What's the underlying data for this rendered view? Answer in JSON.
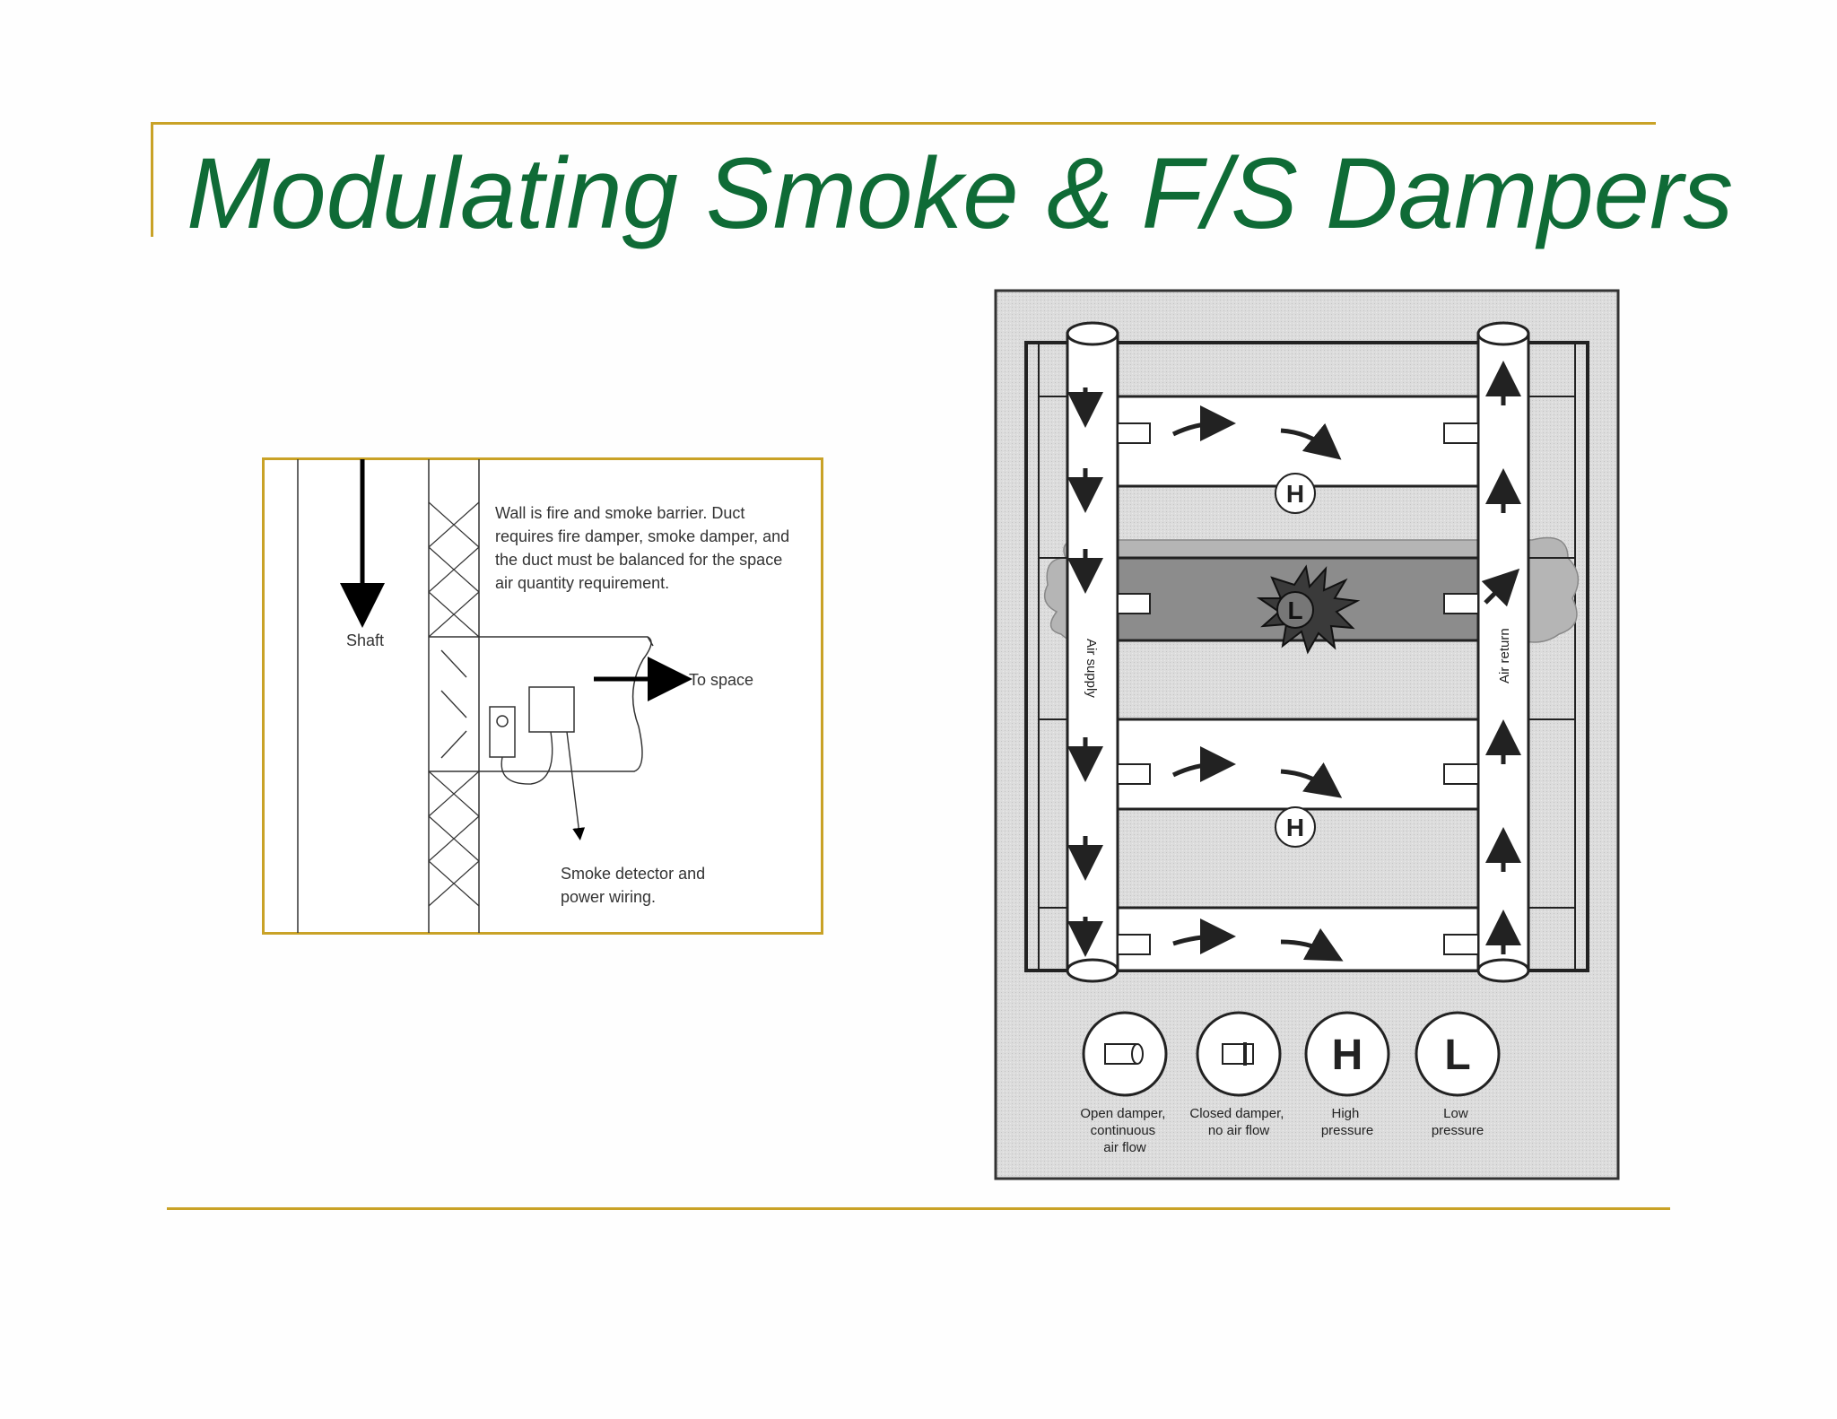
{
  "slide": {
    "title": "Modulating Smoke & F/S Dampers",
    "colors": {
      "title": "#0f6b36",
      "rule": "#c9a227"
    }
  },
  "left_diagram": {
    "shaft_label": "Shaft",
    "wall_note": [
      "Wall is fire and smoke barrier. Duct",
      "requires fire damper, smoke damper, and",
      "the duct must be balanced for the space",
      "air quantity requirement."
    ],
    "to_space_label": "To space",
    "detector_note": [
      "Smoke detector and",
      "power wiring."
    ]
  },
  "right_diagram": {
    "air_supply_label": "Air supply",
    "air_return_label": "Air return",
    "pressure_marks": [
      "H",
      "L",
      "H"
    ],
    "legend": [
      {
        "symbol": "open-damper",
        "caption": [
          "Open damper,",
          "continuous",
          "air flow"
        ]
      },
      {
        "symbol": "closed-damper",
        "caption": [
          "Closed damper,",
          "no air flow"
        ]
      },
      {
        "symbol": "H",
        "caption": [
          "High",
          "pressure"
        ]
      },
      {
        "symbol": "L",
        "caption": [
          "Low",
          "pressure"
        ]
      }
    ]
  }
}
